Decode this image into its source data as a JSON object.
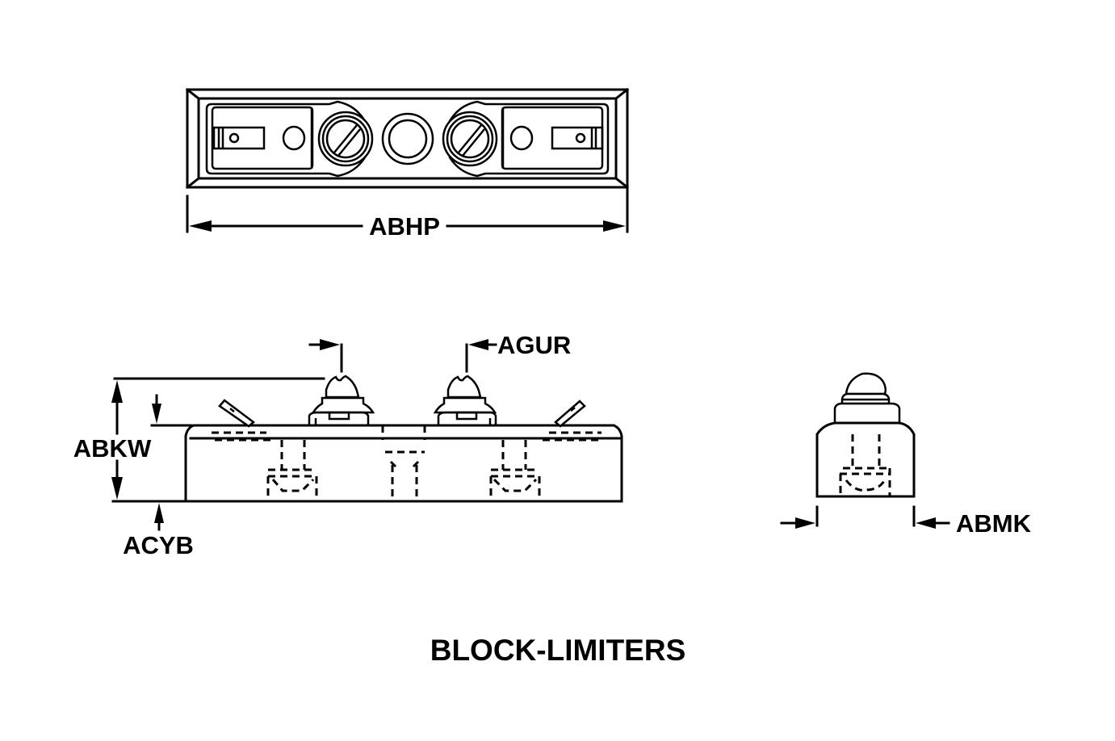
{
  "title": "BLOCK-LIMITERS",
  "colors": {
    "line": "#000000",
    "background": "#ffffff"
  },
  "views": {
    "top_view": {
      "dimension_label": "ABHP"
    },
    "side_view": {
      "height_label": "ABKW",
      "base_label": "ACYB",
      "screw_label": "AGUR"
    },
    "end_view": {
      "width_label": "ABMK"
    }
  }
}
